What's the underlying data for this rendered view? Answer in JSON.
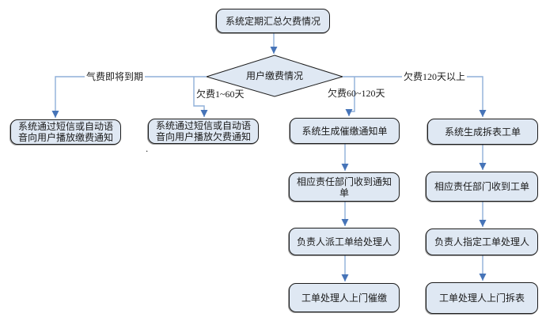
{
  "flowchart": {
    "start_label": "系统定期汇总欠费情况",
    "decision_label": "用户缴费情况",
    "branches": [
      {
        "condition": "气费即将到期",
        "steps": [
          "系统通过短信或自动语音向用户播放缴费通知"
        ]
      },
      {
        "condition": "欠费1~60天",
        "steps": [
          "系统通过短信或自动语音向用户播放欠费通知"
        ]
      },
      {
        "condition": "欠费60~120天",
        "steps": [
          "系统生成催缴通知单",
          "相应责任部门收到通知单",
          "负责人派工单给处理人",
          "工单处理人上门催缴"
        ]
      },
      {
        "condition": "欠费120天以上",
        "steps": [
          "系统生成拆表工单",
          "相应责任部门收到工单",
          "负责人指定工单处理人",
          "工单处理人上门拆表"
        ]
      }
    ],
    "stray_mark": ".",
    "colors": {
      "node_fill": "#dfe8f3",
      "node_border": "#1c1c1c",
      "connector_line": "#8fafd9",
      "arrowhead": "#4674b8",
      "background": "#ffffff"
    }
  }
}
